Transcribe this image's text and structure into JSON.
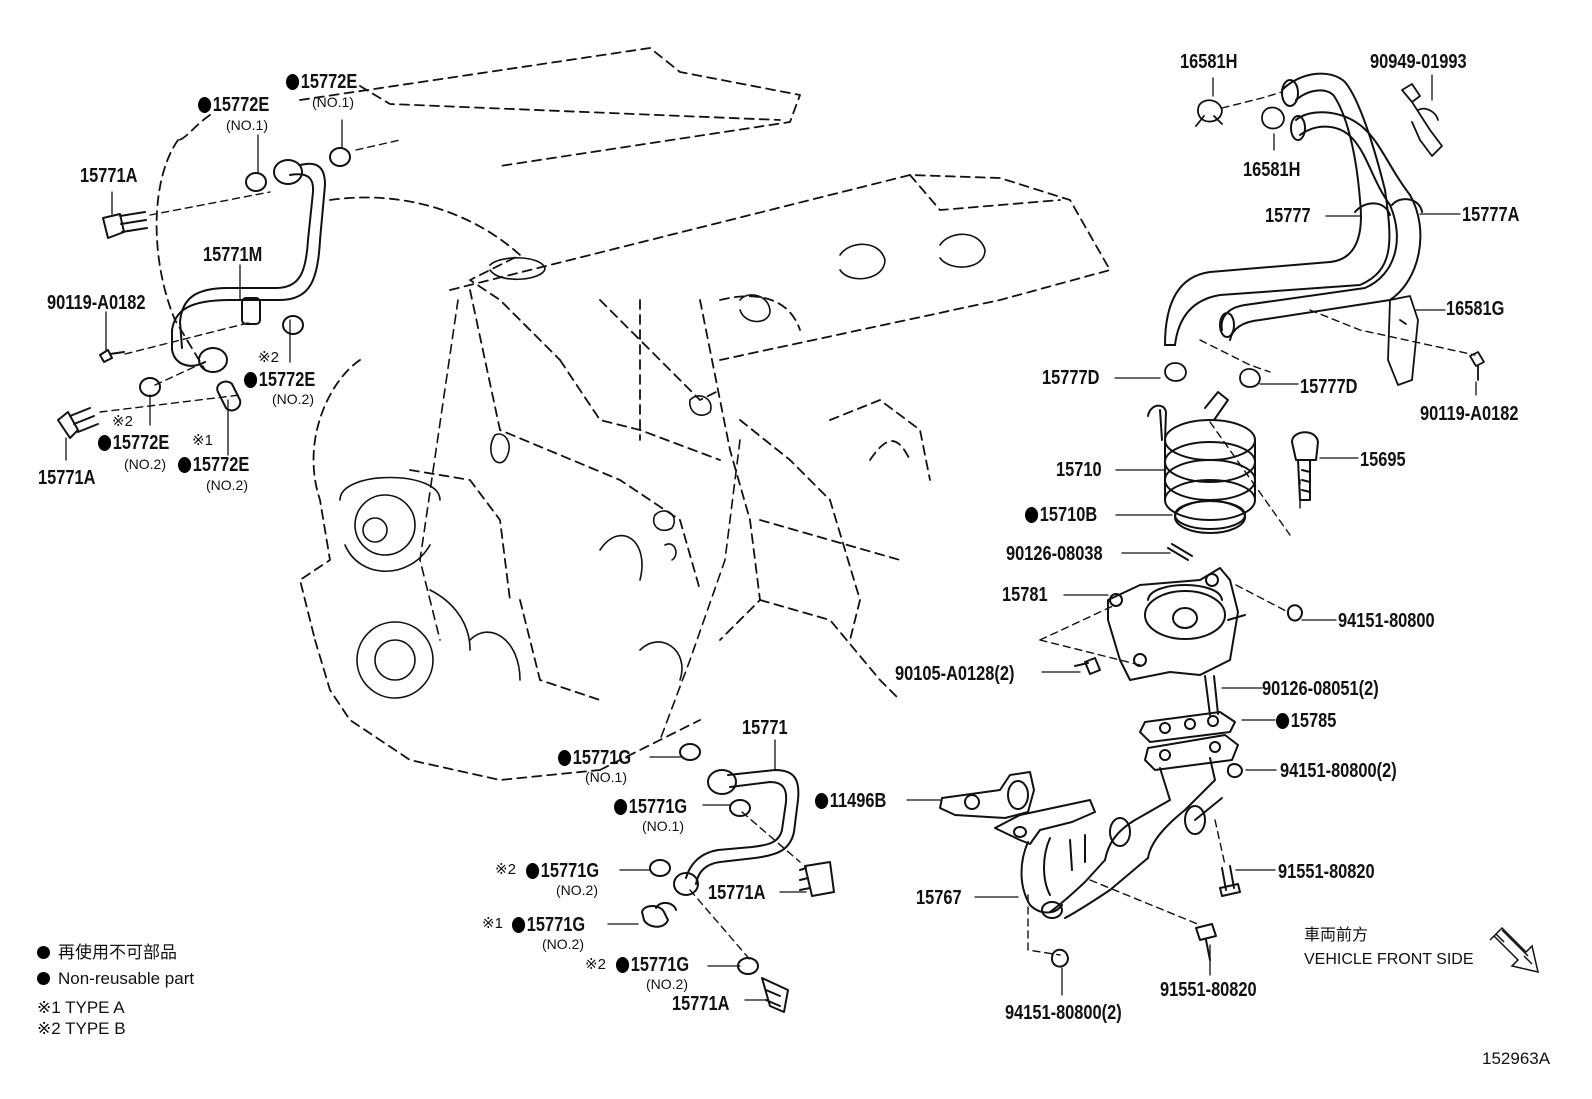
{
  "labels": {
    "l1": "15772E",
    "l1n": "(NO.1)",
    "l2": "15772E",
    "l2n": "(NO.1)",
    "l3": "15771A",
    "l4": "15771M",
    "l5": "90119-A0182",
    "l6": "15772E",
    "l6n": "(NO.2)",
    "l7": "15772E",
    "l7n": "(NO.2)",
    "l8": "15772E",
    "l8n": "(NO.2)",
    "l9": "15771A",
    "r1": "16581H",
    "r2": "90949-01993",
    "r3": "16581H",
    "r4": "15777",
    "r5": "15777A",
    "r6": "16581G",
    "r7": "15777D",
    "r8": "15777D",
    "r9": "90119-A0182",
    "r10": "15710",
    "r11": "15695",
    "r12": "15710B",
    "r13": "90126-08038",
    "r14": "15781",
    "r15": "94151-80800",
    "r16": "90105-A0128(2)",
    "r17": "90126-08051(2)",
    "r18": "15785",
    "r19": "94151-80800(2)",
    "r20": "11496B",
    "r21": "91551-80820",
    "r22": "15767",
    "r23": "91551-80820",
    "r24": "94151-80800(2)",
    "b1": "15771",
    "b2": "15771G",
    "b2n": "(NO.1)",
    "b3": "15771G",
    "b3n": "(NO.1)",
    "b4": "15771G",
    "b4n": "(NO.2)",
    "b5": "15771A",
    "b6": "15771G",
    "b6n": "(NO.2)",
    "b7": "15771G",
    "b7n": "(NO.2)",
    "b8": "15771A"
  },
  "marks": {
    "type_a": "※1",
    "type_b": "※2"
  },
  "legend": {
    "line1": "再使用不可部品",
    "line2": "Non-reusable part",
    "line3": "※1 TYPE A",
    "line4": "※2 TYPE B"
  },
  "direction": {
    "jp": "車両前方",
    "en": "VEHICLE FRONT SIDE"
  },
  "figure_id": "152963A"
}
